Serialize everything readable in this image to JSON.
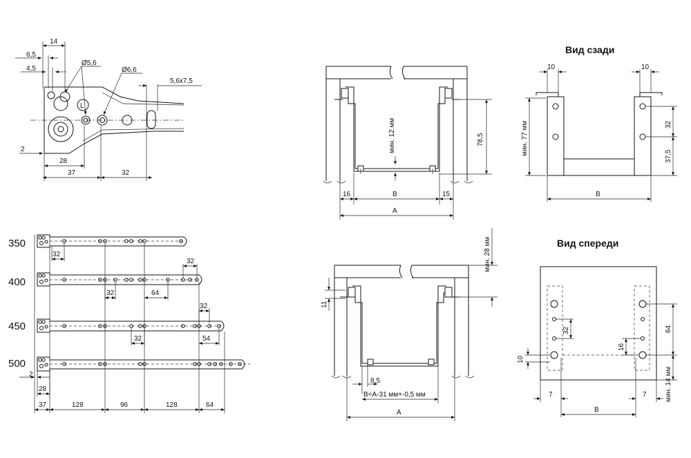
{
  "topleft": {
    "d14": "14",
    "d6_5": "6,5",
    "d4_5": "4,5",
    "hole1": "Ø5,6",
    "hole2": "Ø6,6",
    "slot": "5,6x7,5",
    "d2": "2",
    "d28": "28",
    "d37": "37",
    "d32": "32",
    "letter_l": "L"
  },
  "rails": {
    "sizes": [
      "350",
      "400",
      "450",
      "500"
    ],
    "d32_350": "32",
    "d32_400a": "32",
    "d32_400b": "32",
    "d64_400": "64",
    "d32_450a": "32",
    "d32_450b": "32",
    "d54_450": "54",
    "d2": "2",
    "d28": "28",
    "bottom_dims": [
      "37",
      "128",
      "96",
      "128",
      "64"
    ]
  },
  "side_view": {
    "min12": "мин. 12 мм",
    "d78_5": "78,5",
    "d16": "16",
    "d15": "15",
    "b": "B",
    "a": "A"
  },
  "rear_view": {
    "title": "Вид сзади",
    "d10_left": "10",
    "d10_right": "10",
    "min77": "мин. 77 мм",
    "d32": "32",
    "d37_5": "37,5",
    "b": "B"
  },
  "bottom_middle": {
    "min28": "мин. 28 мм",
    "d11": "11",
    "d8_5": "8,5",
    "formula": "B=A-31 мм+-0,5 мм",
    "a": "A"
  },
  "front_view": {
    "title": "Вид спереди",
    "d32": "32",
    "d16": "16",
    "d64": "64",
    "d10": "10",
    "d7_left": "7",
    "d7_right": "7",
    "min14": "мин. 14 мм",
    "b": "B"
  }
}
